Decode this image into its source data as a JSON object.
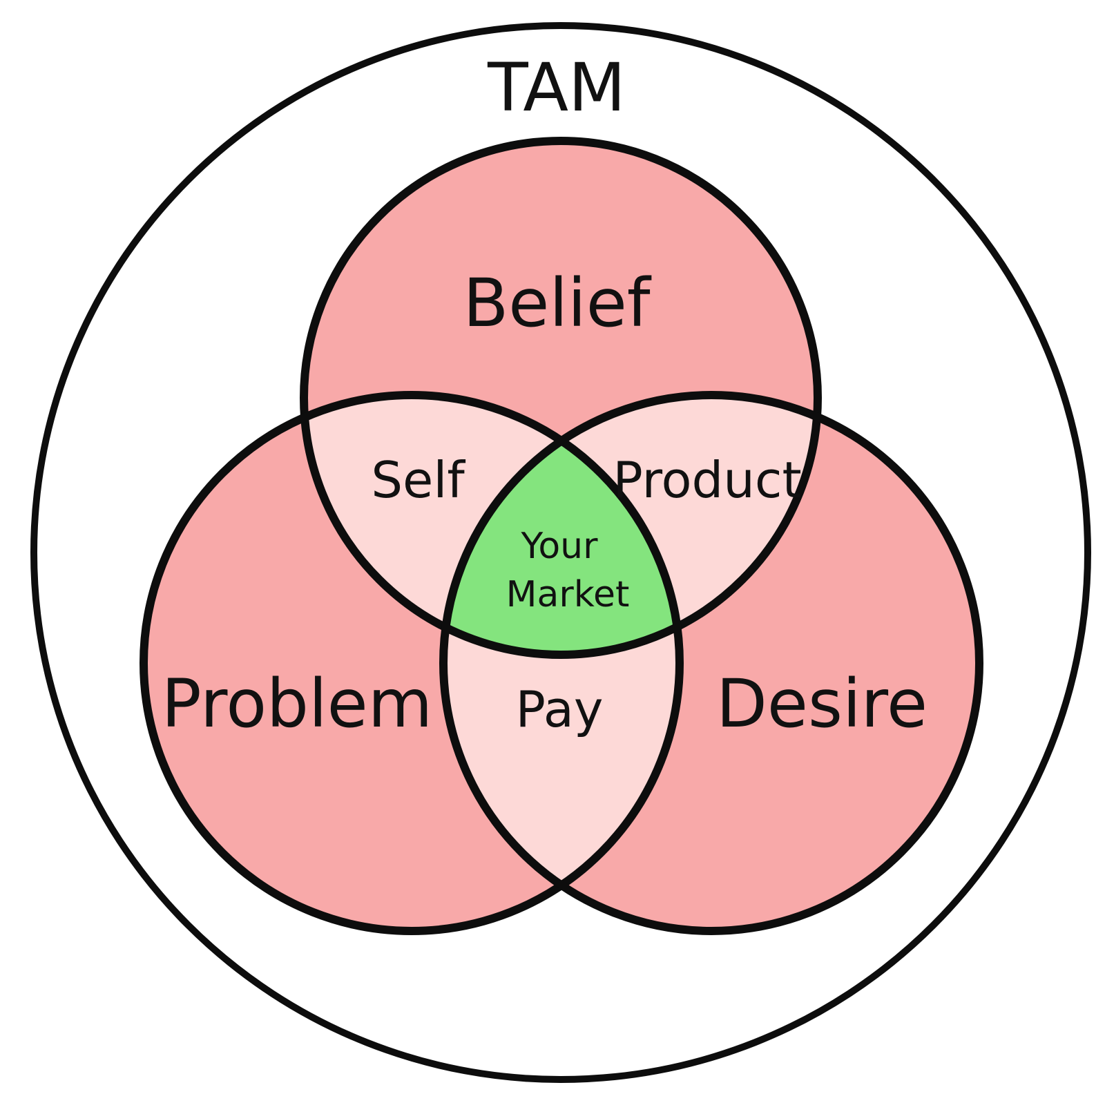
{
  "diagram": {
    "outer_label": "TAM",
    "circles": {
      "top": "Belief",
      "left": "Problem",
      "right": "Desire"
    },
    "overlaps": {
      "top_left": "Self",
      "top_right": "Product",
      "bottom": "Pay"
    },
    "center": {
      "line1": "Your",
      "line2": "Market"
    }
  },
  "colors": {
    "circle_fill": "#f8a9a9",
    "overlap_fill": "#fdd9d7",
    "center_fill": "#84e47e",
    "stroke": "#0d0d0d",
    "background": "#ffffff"
  }
}
